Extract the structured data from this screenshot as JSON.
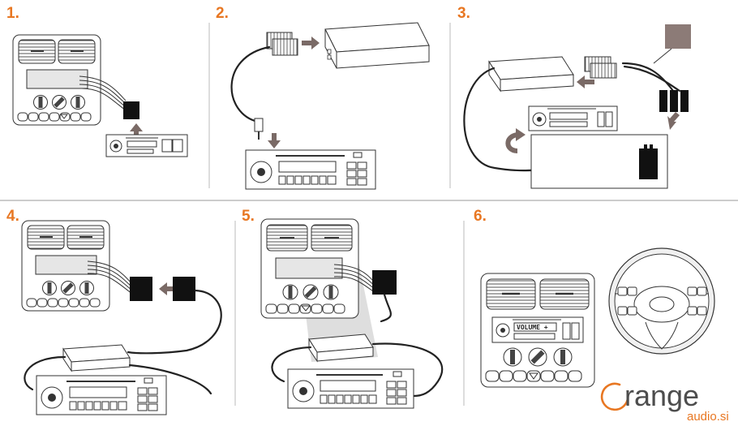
{
  "steps": [
    {
      "number": "1."
    },
    {
      "number": "2."
    },
    {
      "number": "3."
    },
    {
      "number": "4."
    },
    {
      "number": "5."
    },
    {
      "number": "6."
    }
  ],
  "display_text": "VOLUME +",
  "logo": {
    "word": "range",
    "domain": "audio.si"
  },
  "colors": {
    "accent": "#e87722",
    "line": "#333333",
    "arrow": "#7a6a66",
    "divider": "#999999"
  },
  "icons": [
    "arrow-right-icon",
    "arrow-left-icon",
    "arrow-down-icon",
    "arrow-up-icon",
    "return-arrow-icon",
    "battery-icon",
    "steering-wheel-icon"
  ]
}
